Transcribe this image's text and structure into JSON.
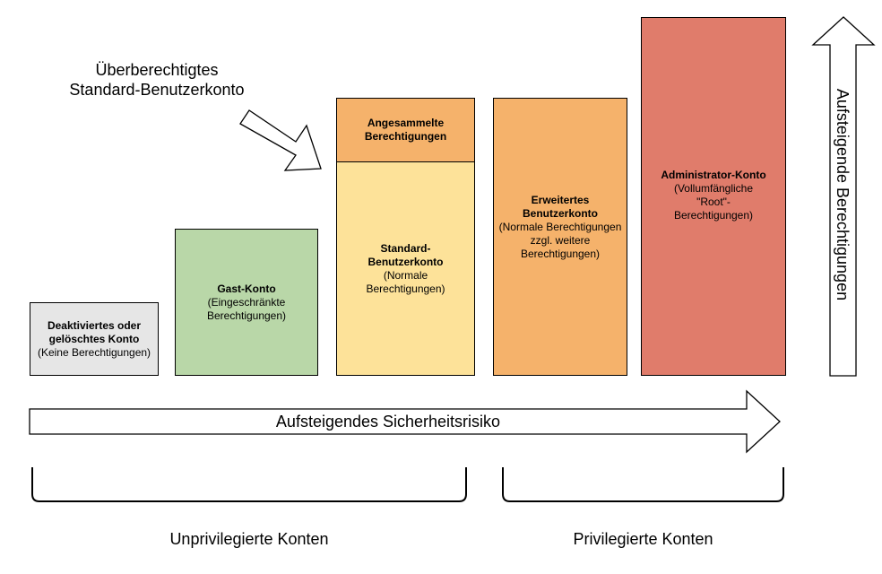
{
  "callout": {
    "line1": "Überberechtigtes",
    "line2": "Standard-Benutzerkonto"
  },
  "boxes": {
    "deactivated": {
      "title": "Deaktiviertes oder gelöschtes Konto",
      "desc": "(Keine Berechtigungen)",
      "color": "#e6e6e6"
    },
    "guest": {
      "title": "Gast-Konto",
      "desc": "(Eingeschränkte Berechtigungen)",
      "color": "#b9d7a8"
    },
    "accumulated": {
      "title": "Angesammelte Berechtigungen",
      "desc": "",
      "color": "#f5b26b"
    },
    "standard": {
      "title": "Standard-Benutzerkonto",
      "desc": "(Normale Berechtigungen)",
      "color": "#fde299"
    },
    "extended": {
      "title": "Erweitertes Benutzerkonto",
      "desc": "(Normale Berechtigungen zzgl. weitere Berechtigungen)",
      "color": "#f5b26b"
    },
    "admin": {
      "title": "Administrator-Konto",
      "desc": "(Vollumfängliche \"Root\"-Berechtigungen)",
      "color": "#e07c6b"
    }
  },
  "arrows": {
    "risk": "Aufsteigendes Sicherheitsrisiko",
    "permissions": "Aufsteigende Berechtigungen"
  },
  "groups": {
    "unprivileged": "Unprivilegierte Konten",
    "privileged": "Privilegierte Konten"
  }
}
